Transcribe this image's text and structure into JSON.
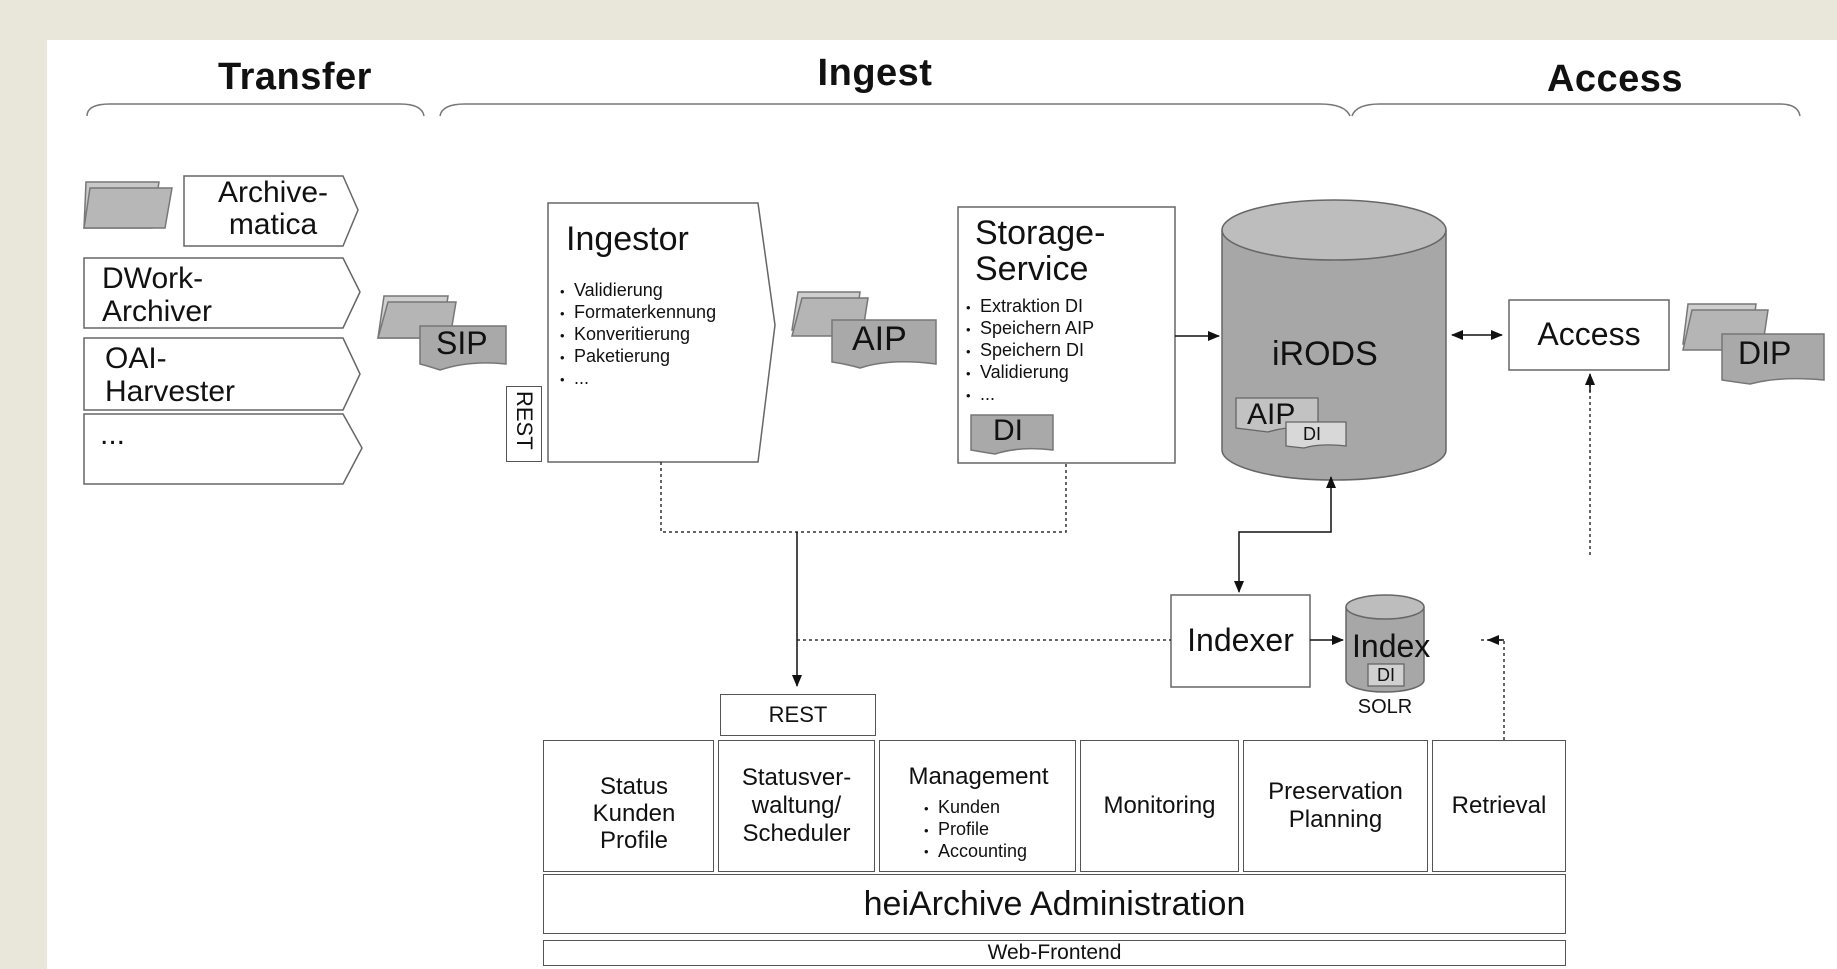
{
  "sections": {
    "transfer": "Transfer",
    "ingest": "Ingest",
    "access": "Access"
  },
  "sources": [
    {
      "line1": "Archive-",
      "line2": "matica"
    },
    {
      "line1": "DWork-",
      "line2": "Archiver"
    },
    {
      "line1": "OAI-",
      "line2": "Harvester"
    },
    {
      "line1": "...",
      "line2": ""
    }
  ],
  "packages": {
    "sip": "SIP",
    "aip": "AIP",
    "dip": "DIP",
    "di": "DI"
  },
  "ingestor": {
    "title": "Ingestor",
    "items": [
      "Validierung",
      "Formaterkennung",
      "Konveritierung",
      "Paketierung",
      "..."
    ],
    "rest": "REST"
  },
  "storage": {
    "title_line1": "Storage-",
    "title_line2": "Service",
    "items": [
      "Extraktion DI",
      "Speichern AIP",
      "Speichern DI",
      "Validierung",
      "..."
    ],
    "di": "DI"
  },
  "irods": {
    "label": "iRODS",
    "aip": "AIP",
    "di": "DI"
  },
  "access_box": "Access",
  "indexer": "Indexer",
  "index": {
    "label": "Index",
    "di": "DI",
    "caption": "SOLR"
  },
  "rest_admin": "REST",
  "admin_modules": {
    "status_db": [
      "Status",
      "Kunden",
      "Profile"
    ],
    "statusverwaltung": [
      "Statusver-",
      "waltung/",
      "Scheduler"
    ],
    "management": {
      "title": "Management",
      "items": [
        "Kunden",
        "Profile",
        "Accounting"
      ]
    },
    "monitoring": "Monitoring",
    "preservation": [
      "Preservation",
      "Planning"
    ],
    "retrieval": "Retrieval"
  },
  "administration": "heiArchive Administration",
  "web_frontend": "Web-Frontend"
}
